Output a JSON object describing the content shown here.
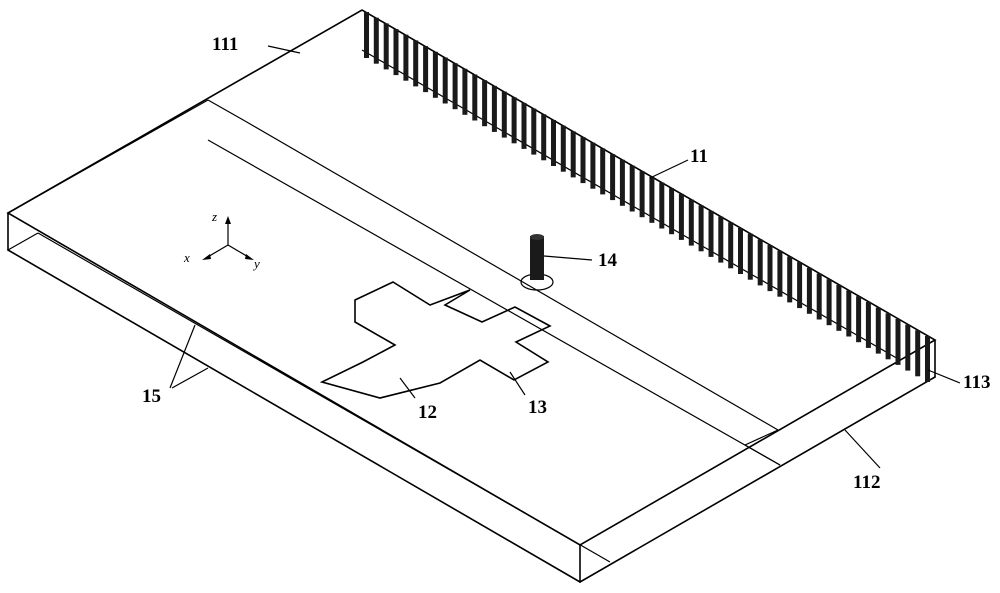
{
  "labels": {
    "l111": "111",
    "l11": "11",
    "l14": "14",
    "l113": "113",
    "l112": "112",
    "l13": "13",
    "l12": "12",
    "l15": "15"
  },
  "axes": {
    "x": "x",
    "y": "y",
    "z": "z"
  },
  "colors": {
    "line": "#000000",
    "background": "#ffffff",
    "vias": "#1a1a1a"
  },
  "via_count": 58
}
